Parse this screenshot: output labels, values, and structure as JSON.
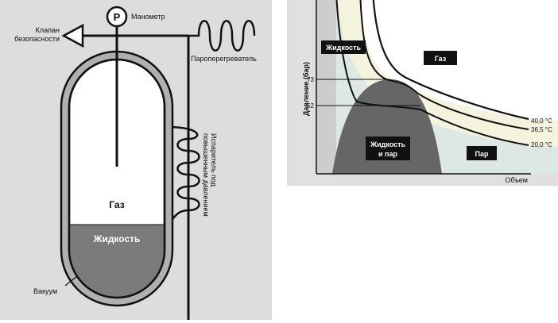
{
  "apparatus": {
    "manometer_symbol": "P",
    "manometer_label": "Манометр",
    "valve_label_line1": "Клапан",
    "valve_label_line2": "безопасности",
    "superheater_label": "Пароперегреватель",
    "evaporator_label_line1": "Испаритель под",
    "evaporator_label_line2": "повышенным давлением",
    "gas_label": "Газ",
    "liquid_label": "Жидкость",
    "vacuum_label": "Вакуум",
    "colors": {
      "background": "#dddddd",
      "liquid": "#7b7b7b",
      "wall": "#b0b0b0",
      "line": "#111111"
    }
  },
  "phase_diagram": {
    "ylabel": "Давление (бар)",
    "xlabel": "Объем",
    "tick_73": "73",
    "tick_52": "52",
    "isotherm_high": "40,0 °C",
    "isotherm_critical": "36,5 °C",
    "isotherm_low": "20,0 °C",
    "region_liquid": "Жидкость",
    "region_gas": "Газ",
    "region_mix_line1": "Жидкость",
    "region_mix_line2": "и пар",
    "region_vapor": "Пар",
    "colors": {
      "liquid": "#cdcdcd",
      "dome": "#666666",
      "cream": "#f3f3de",
      "vapor": "#dde7e3",
      "gas": "#ffffff"
    }
  }
}
